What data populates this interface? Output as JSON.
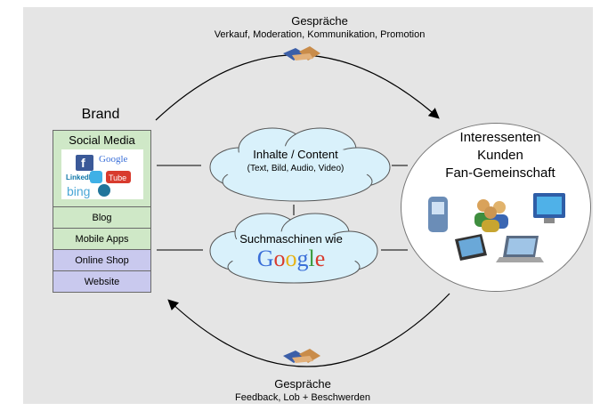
{
  "top_label": {
    "title": "Gespräche",
    "subtitle": "Verkauf, Moderation, Kommunikation, Promotion"
  },
  "bottom_label": {
    "title": "Gespräche",
    "subtitle": "Feedback, Lob + Beschwerden"
  },
  "brand": {
    "title": "Brand",
    "social_media": "Social Media",
    "items": [
      "Blog",
      "Mobile Apps",
      "Online Shop",
      "Website"
    ],
    "logos": [
      "facebook",
      "Google",
      "LinkedIn",
      "twitter",
      "YouTube",
      "bing",
      "wordpress"
    ]
  },
  "content_cloud": {
    "title": "Inhalte / Content",
    "subtitle": "(Text, Bild, Audio, Video)"
  },
  "search_cloud": {
    "title": "Suchmaschinen wie",
    "logo": "Google"
  },
  "audience": {
    "line1": "Interessenten",
    "line2": "Kunden",
    "line3": "Fan-Gemeinschaft",
    "icons": [
      "mobile-phone-icon",
      "people-group-icon",
      "monitor-icon",
      "tablet-icon",
      "laptop-icon"
    ]
  },
  "colors": {
    "background": "#e5e5e5",
    "brand_green": "#cfe8c7",
    "brand_lavender": "#c9c9ee",
    "cloud_fill": "#d9f1fb",
    "google_blue": "#3a6fd8",
    "google_red": "#d83b2e",
    "google_yellow": "#e7b316",
    "google_green": "#3a9a3c"
  }
}
